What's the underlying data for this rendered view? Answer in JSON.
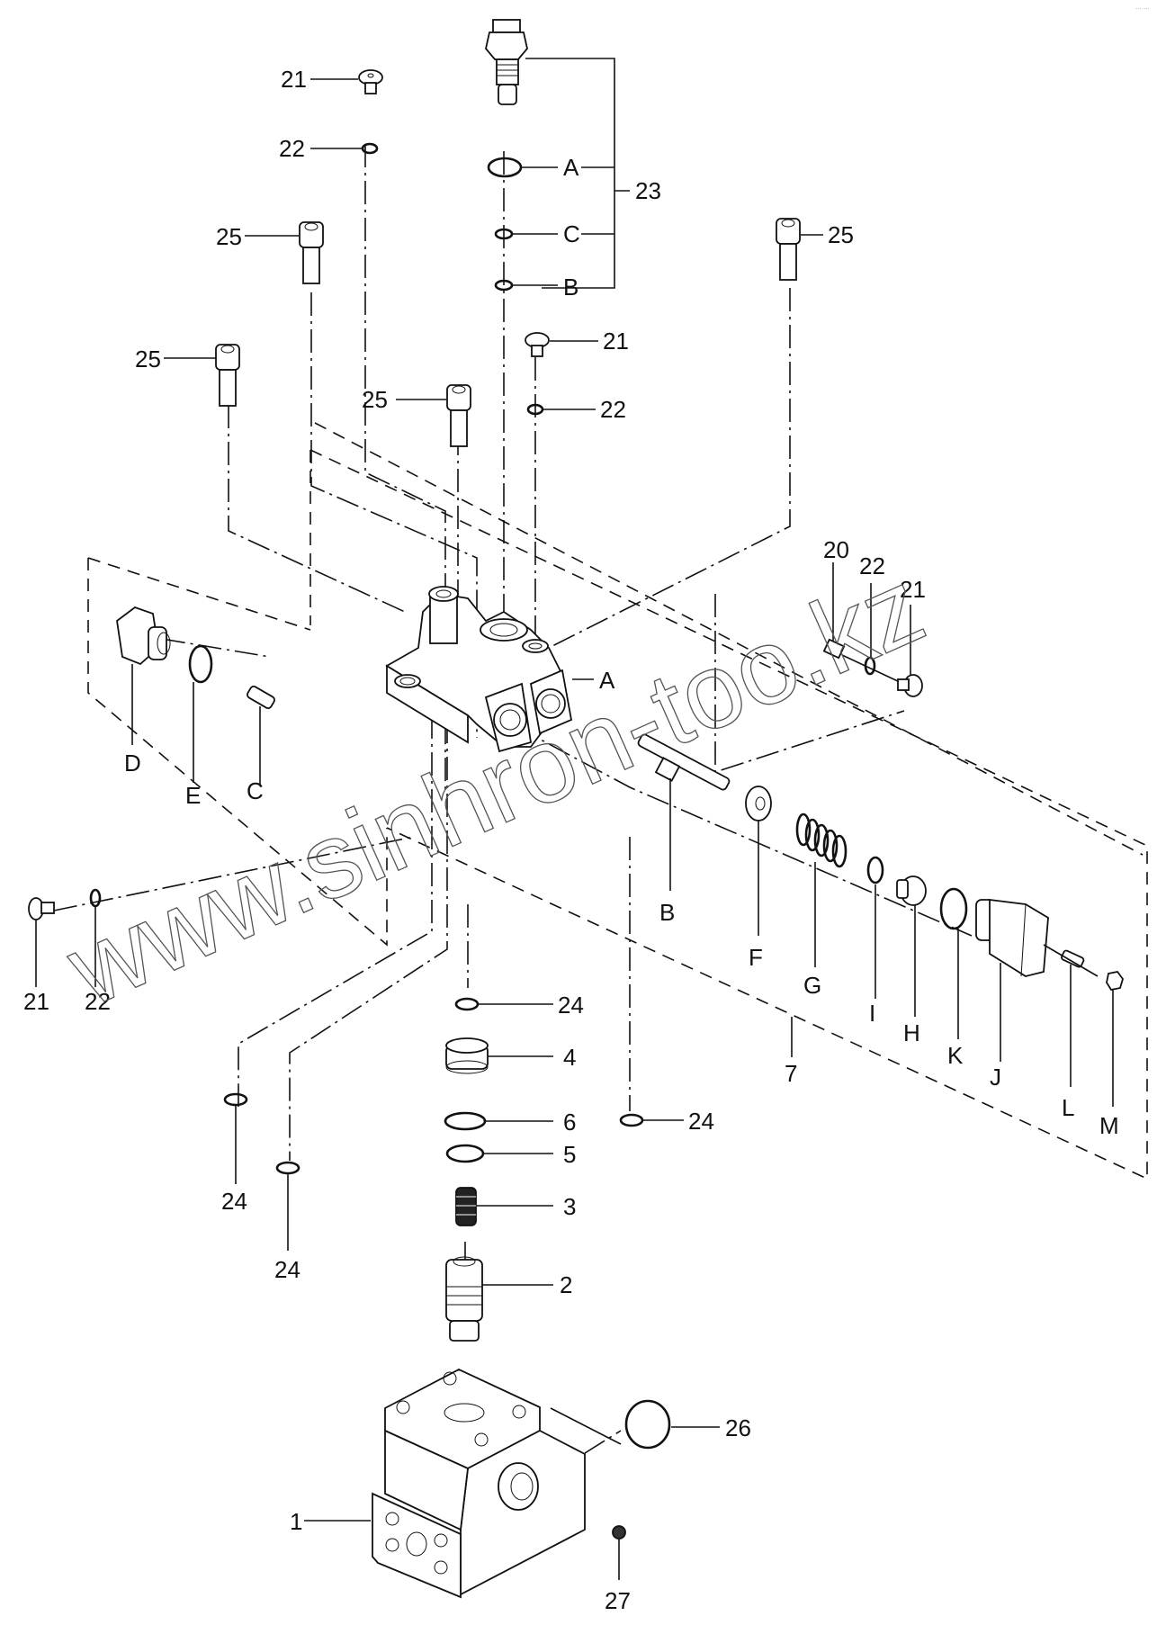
{
  "diagram": {
    "type": "exploded-parts-diagram",
    "watermark": "www.sinhron-too.kz",
    "corner_mark": "... ...",
    "callouts": [
      {
        "id": "c-21-top",
        "text": "21"
      },
      {
        "id": "c-22-top",
        "text": "22"
      },
      {
        "id": "c-23",
        "text": "23"
      },
      {
        "id": "c-23-A",
        "text": "A"
      },
      {
        "id": "c-23-C",
        "text": "C"
      },
      {
        "id": "c-23-B",
        "text": "B"
      },
      {
        "id": "c-25-a",
        "text": "25"
      },
      {
        "id": "c-25-b",
        "text": "25"
      },
      {
        "id": "c-25-c",
        "text": "25"
      },
      {
        "id": "c-25-d",
        "text": "25"
      },
      {
        "id": "c-21-mid",
        "text": "21"
      },
      {
        "id": "c-22-mid",
        "text": "22"
      },
      {
        "id": "c-20",
        "text": "20"
      },
      {
        "id": "c-22-right",
        "text": "22"
      },
      {
        "id": "c-21-right",
        "text": "21"
      },
      {
        "id": "c-A-body",
        "text": "A"
      },
      {
        "id": "c-D",
        "text": "D"
      },
      {
        "id": "c-E",
        "text": "E"
      },
      {
        "id": "c-C",
        "text": "C"
      },
      {
        "id": "c-B",
        "text": "B"
      },
      {
        "id": "c-F",
        "text": "F"
      },
      {
        "id": "c-G",
        "text": "G"
      },
      {
        "id": "c-I",
        "text": "I"
      },
      {
        "id": "c-H",
        "text": "H"
      },
      {
        "id": "c-K",
        "text": "K"
      },
      {
        "id": "c-J",
        "text": "J"
      },
      {
        "id": "c-L",
        "text": "L"
      },
      {
        "id": "c-M",
        "text": "M"
      },
      {
        "id": "c-7",
        "text": "7"
      },
      {
        "id": "c-21-left",
        "text": "21"
      },
      {
        "id": "c-22-left",
        "text": "22"
      },
      {
        "id": "c-24-a",
        "text": "24"
      },
      {
        "id": "c-24-b",
        "text": "24"
      },
      {
        "id": "c-24-c",
        "text": "24"
      },
      {
        "id": "c-24-d",
        "text": "24"
      },
      {
        "id": "c-4",
        "text": "4"
      },
      {
        "id": "c-6",
        "text": "6"
      },
      {
        "id": "c-5",
        "text": "5"
      },
      {
        "id": "c-3",
        "text": "3"
      },
      {
        "id": "c-2",
        "text": "2"
      },
      {
        "id": "c-26",
        "text": "26"
      },
      {
        "id": "c-1",
        "text": "1"
      },
      {
        "id": "c-27",
        "text": "27"
      }
    ]
  }
}
